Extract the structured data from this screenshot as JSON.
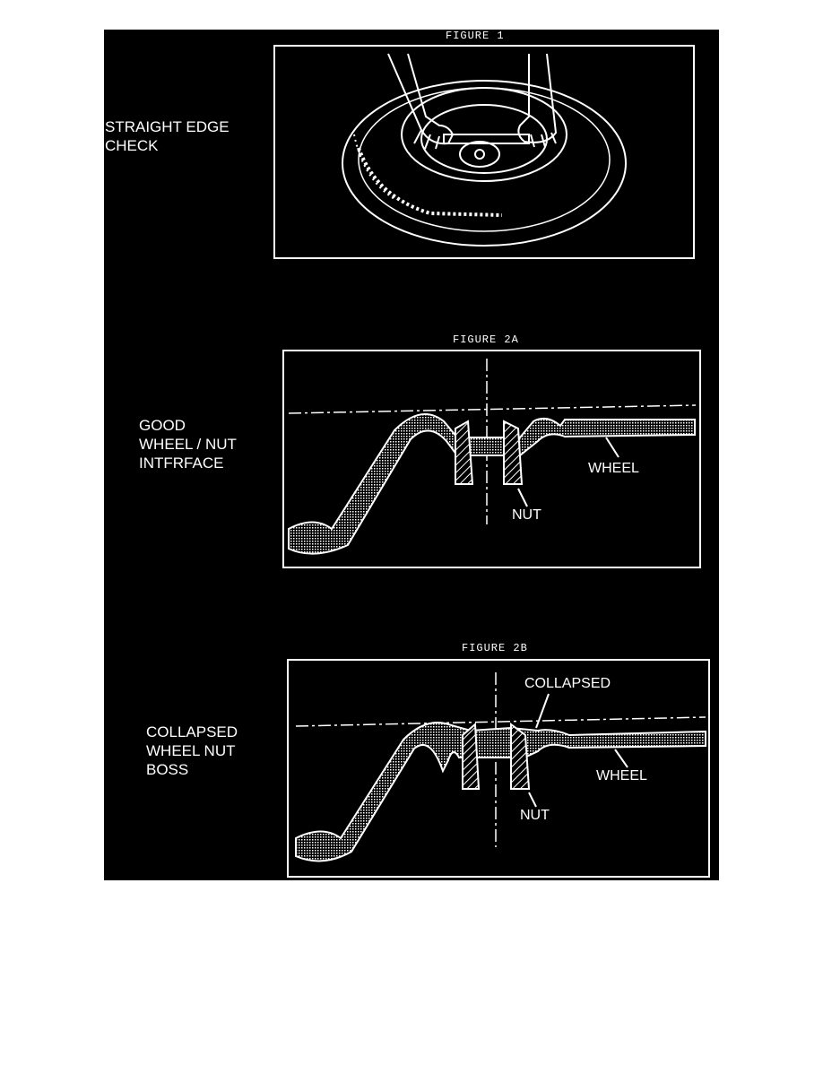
{
  "figure1": {
    "caption": "FIGURE 1",
    "side_label": [
      "STRAIGHT EDGE",
      "CHECK"
    ]
  },
  "figure2a": {
    "caption": "FIGURE 2A",
    "side_label": [
      "GOOD",
      "WHEEL / NUT",
      "INTFRFACE"
    ],
    "labels": {
      "wheel": "WHEEL",
      "nut": "NUT"
    }
  },
  "figure2b": {
    "caption": "FIGURE 2B",
    "side_label": [
      "COLLAPSED",
      "WHEEL NUT",
      "BOSS"
    ],
    "labels": {
      "collapsed": "COLLAPSED",
      "wheel": "WHEEL",
      "nut": "NUT"
    }
  },
  "colors": {
    "background": "#000000",
    "lines": "#ffffff",
    "page": "#ffffff"
  }
}
